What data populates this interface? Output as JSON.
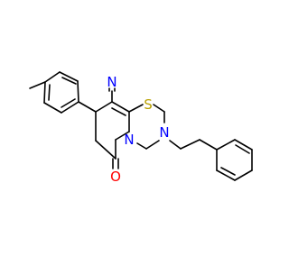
{
  "molecule": {
    "atom_labels": {
      "nitrogen_nitrile": "N",
      "nitrogen_ring_a": "N",
      "nitrogen_ring_b": "N",
      "sulfur": "S",
      "oxygen": "O"
    },
    "colors": {
      "bond": "#000000",
      "nitrogen": "#0000ff",
      "sulfur": "#b8a000",
      "oxygen": "#ff0000",
      "background": "#ffffff"
    }
  }
}
